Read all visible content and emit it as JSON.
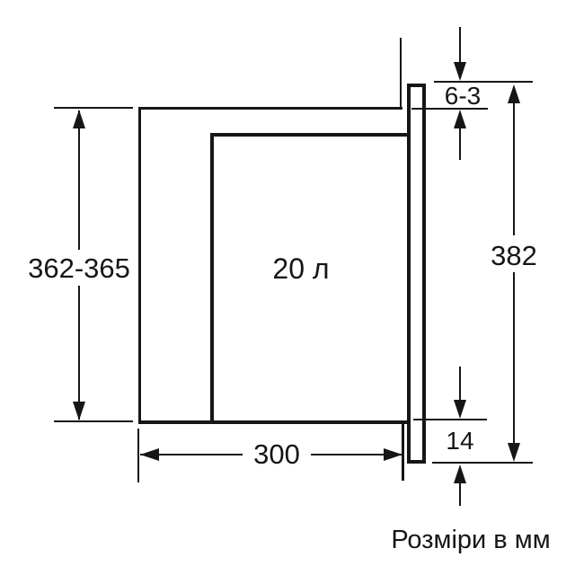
{
  "colors": {
    "line": "#161616",
    "background": "#ffffff"
  },
  "diagram": {
    "volume_label": "20 л",
    "units_caption": "Розміри в мм",
    "dimensions": {
      "niche_height": "362-365",
      "top_gap": "6-3",
      "front_height": "382",
      "bottom_overhang": "14",
      "niche_depth": "300"
    }
  }
}
